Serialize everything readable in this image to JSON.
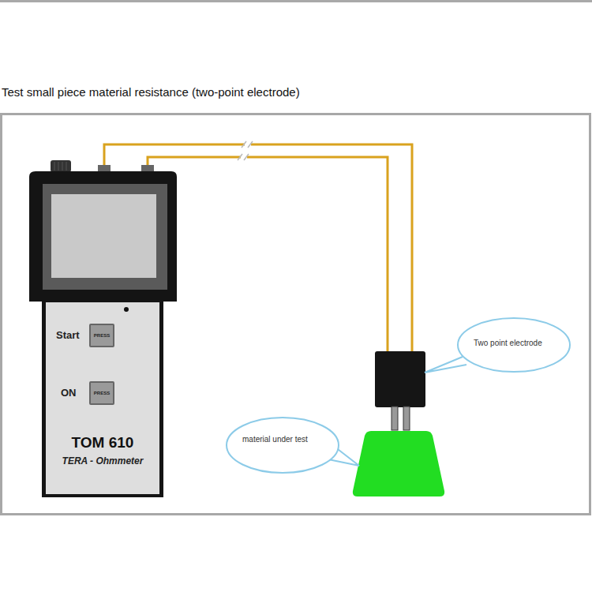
{
  "diagram": {
    "title": "Test small piece material resistance (two-point electrode)",
    "nodes": [
      {
        "text": [
          "TOM 610",
          "TERA - Ohmmeter"
        ]
      },
      {
        "text": [
          "PRESS"
        ],
        "in": 0
      },
      {
        "text": [
          "PRESS"
        ],
        "in": 0
      },
      {
        "text": [
          "Two point electrode"
        ]
      },
      {
        "text": [
          "material under test"
        ]
      }
    ],
    "labels": [
      "Start",
      "ON"
    ]
  }
}
